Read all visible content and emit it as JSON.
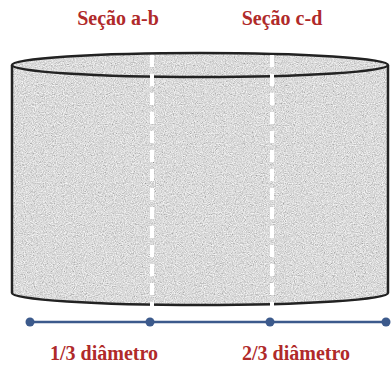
{
  "diagram": {
    "labels": [
      "Seção a-b",
      "Seção c-d",
      "1/3 diâmetro",
      "2/3 diâmetro"
    ]
  }
}
